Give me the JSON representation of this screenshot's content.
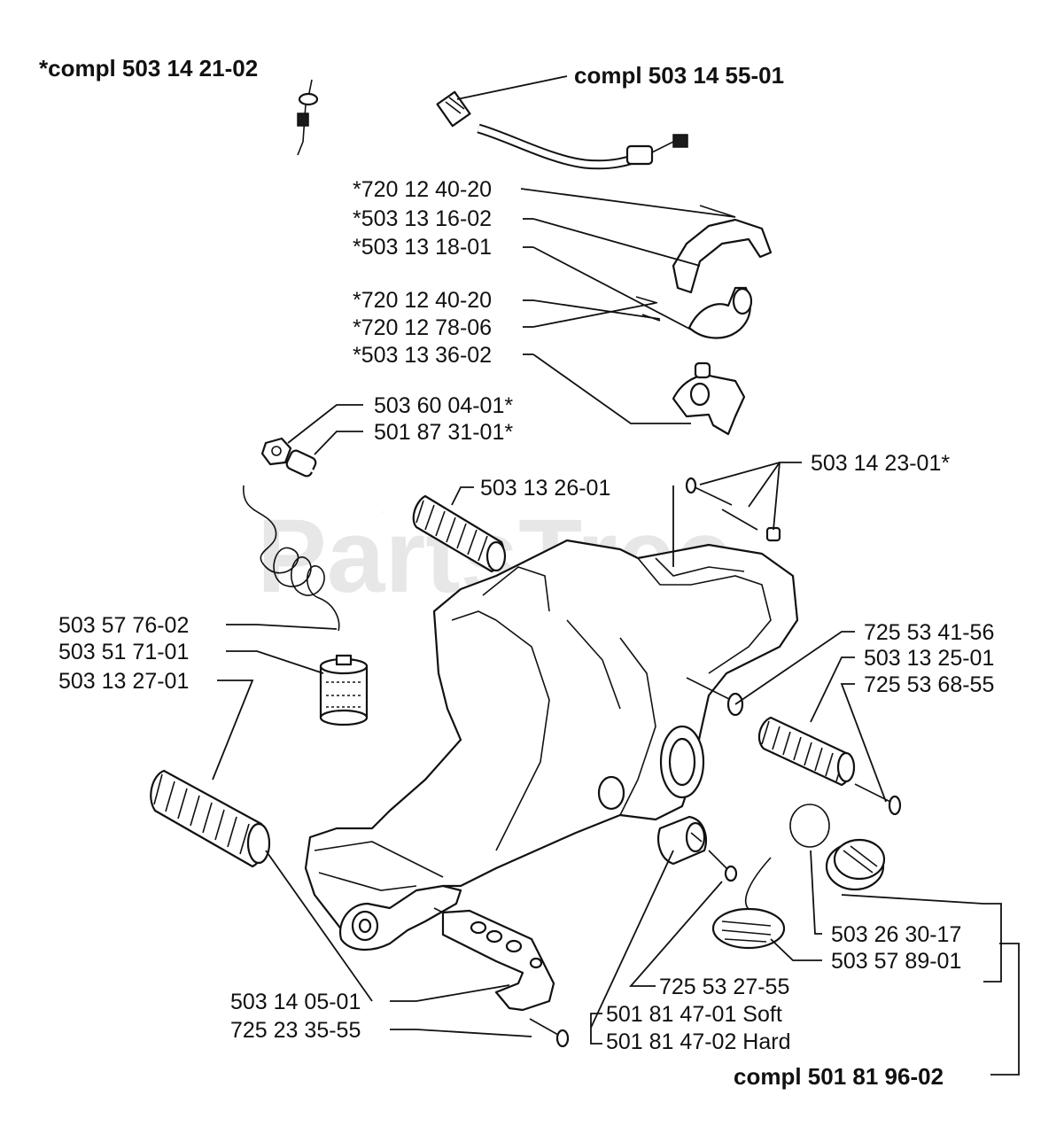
{
  "watermark": "PartsTree",
  "labels": {
    "bold_top_left": "*compl 503 14 21-02",
    "bold_top_right": "compl 503 14 55-01",
    "a1": "*720 12 40-20",
    "a2": "*503 13 16-02",
    "a3": "*503 13 18-01",
    "b1": "*720 12 40-20",
    "b2": "*720 12 78-06",
    "b3": "*503 13 36-02",
    "c1": "503 60 04-01*",
    "c2": "501 87 31-01*",
    "d1": "503 13 26-01",
    "e1": "503 14 23-01*",
    "f1": "503 57 76-02",
    "f2": "503 51 71-01",
    "g1": "725 53 41-56",
    "g2": "503 13 25-01",
    "g3": "725 53 68-55",
    "h1": "503 13 27-01",
    "i1": "503 26 30-17",
    "i2": "503 57 89-01",
    "j1": "725 53 27-55",
    "j2": "501 81 47-01 Soft",
    "j3": "501 81 47-02 Hard",
    "k1": "503 14 05-01",
    "k2": "725 23 35-55",
    "bold_bottom": "compl 501 81 96-02"
  }
}
